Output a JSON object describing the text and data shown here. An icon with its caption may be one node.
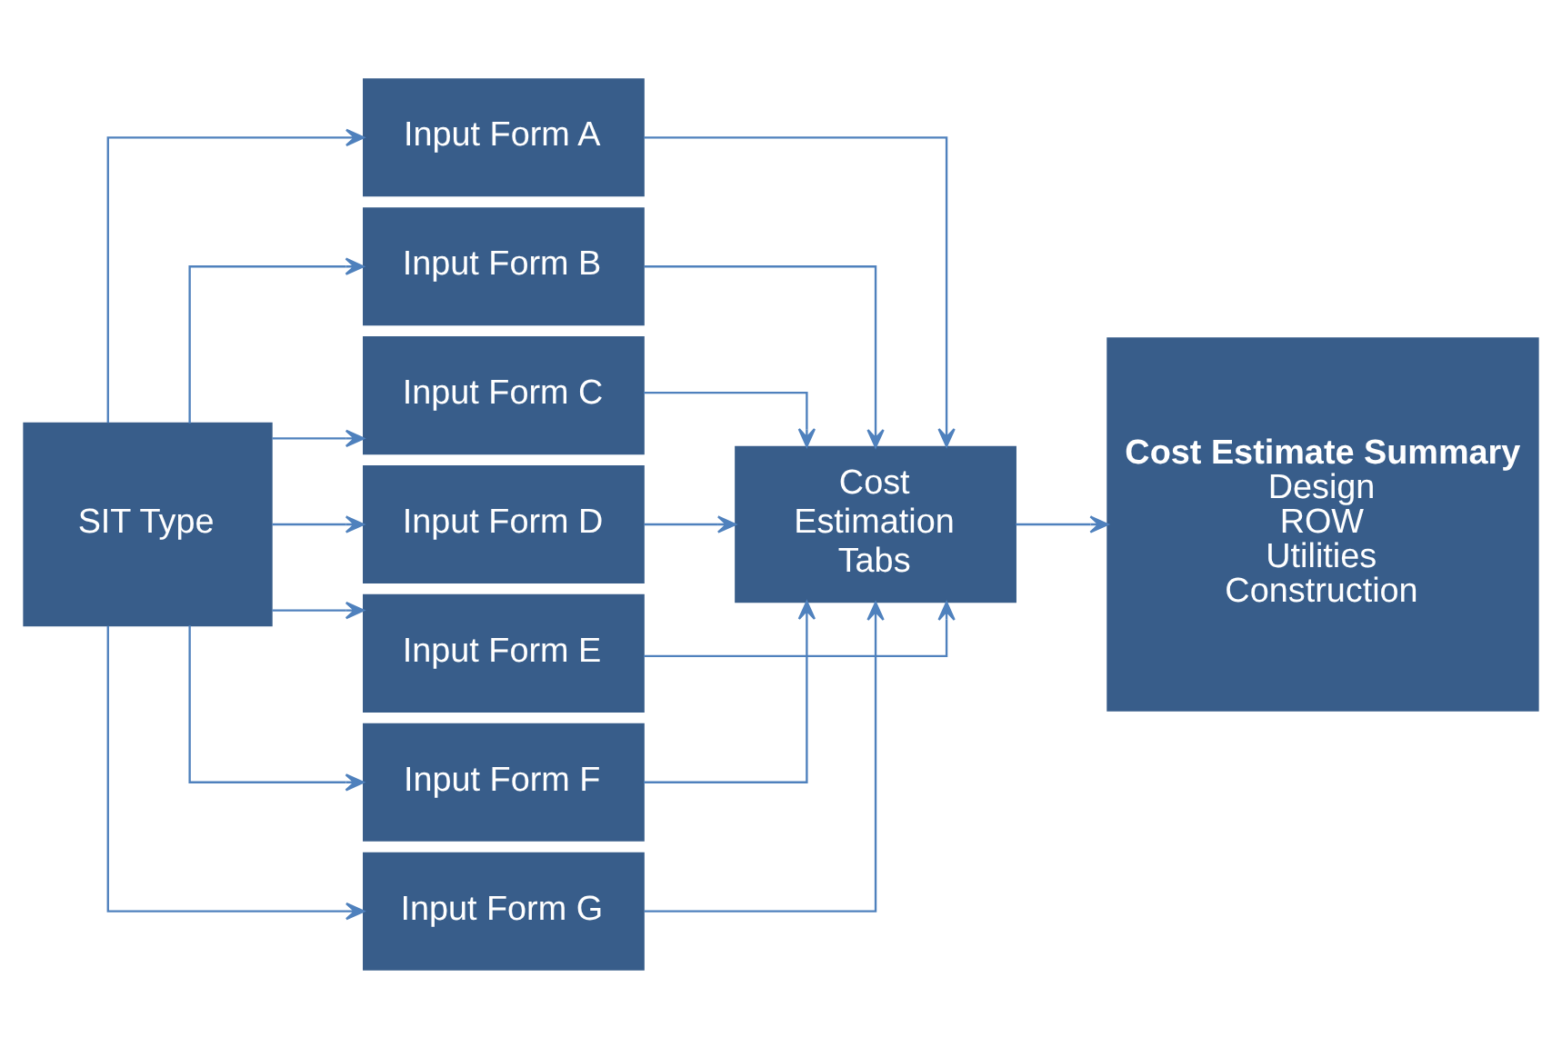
{
  "diagram": {
    "nodes": [
      {
        "text": [
          "SIT Type"
        ]
      },
      {
        "text": [
          "Input Form A"
        ]
      },
      {
        "text": [
          "Input Form B"
        ]
      },
      {
        "text": [
          "Input Form C"
        ]
      },
      {
        "text": [
          "Input Form D"
        ]
      },
      {
        "text": [
          "Input Form E"
        ]
      },
      {
        "text": [
          "Input Form F"
        ]
      },
      {
        "text": [
          "Input Form G"
        ]
      },
      {
        "text": [
          "Cost Estimation Tabs"
        ]
      },
      {
        "text": [
          "Cost Estimate Summary",
          "Design",
          "ROW",
          "Utilities",
          "Construction"
        ]
      }
    ],
    "edges": [
      {
        "from": 0,
        "to": 1,
        "arrow": "to"
      },
      {
        "from": 0,
        "to": 2,
        "arrow": "to"
      },
      {
        "from": 0,
        "to": 3,
        "arrow": "to"
      },
      {
        "from": 0,
        "to": 4,
        "arrow": "to"
      },
      {
        "from": 0,
        "to": 5,
        "arrow": "to"
      },
      {
        "from": 0,
        "to": 6,
        "arrow": "to"
      },
      {
        "from": 0,
        "to": 7,
        "arrow": "to"
      },
      {
        "from": 1,
        "to": 8,
        "arrow": "to"
      },
      {
        "from": 2,
        "to": 8,
        "arrow": "to"
      },
      {
        "from": 3,
        "to": 8,
        "arrow": "to"
      },
      {
        "from": 4,
        "to": 8,
        "arrow": "to"
      },
      {
        "from": 5,
        "to": 8,
        "arrow": "to"
      },
      {
        "from": 6,
        "to": 8,
        "arrow": "to"
      },
      {
        "from": 7,
        "to": 8,
        "arrow": "to"
      },
      {
        "from": 8,
        "to": 9,
        "arrow": "to"
      }
    ]
  }
}
